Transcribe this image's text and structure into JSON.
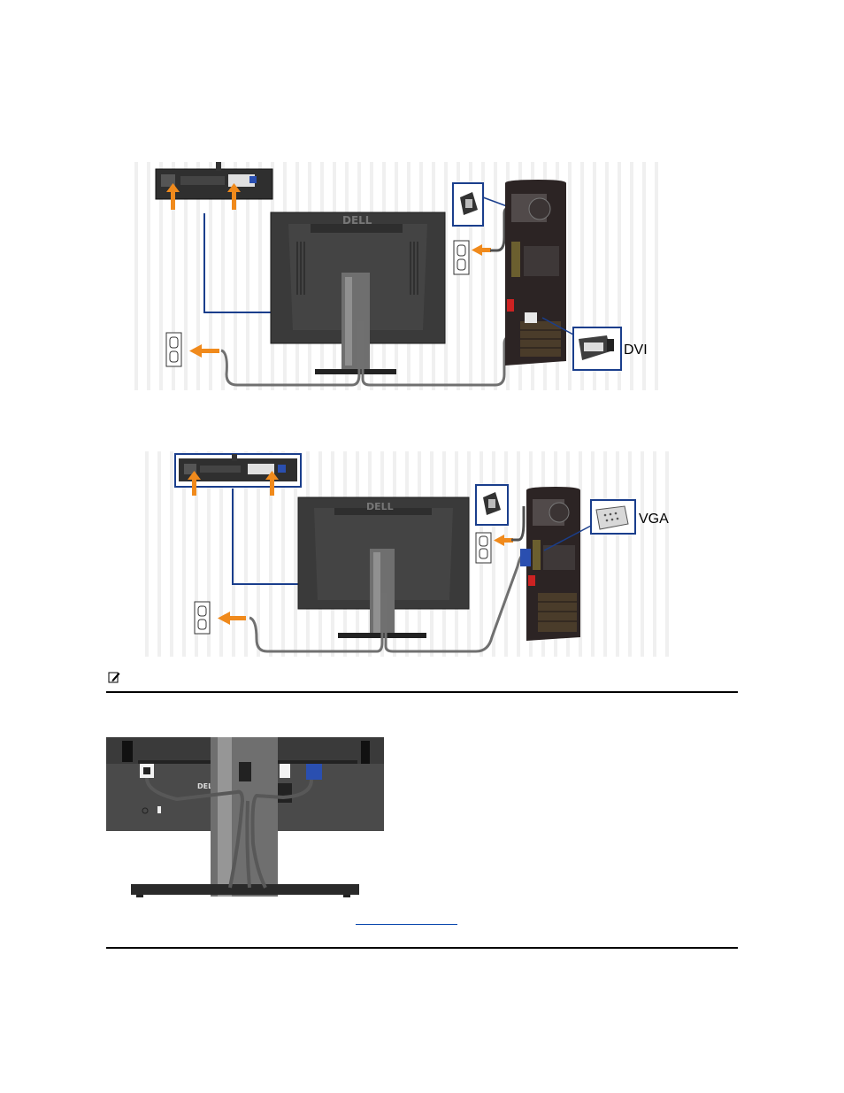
{
  "figure_dvi": {
    "connector_label": "DVI",
    "logo": "DELL"
  },
  "figure_vga": {
    "connector_label": "VGA",
    "logo": "DELL"
  },
  "figure_cable": {
    "logo": "DELL"
  },
  "link": {
    "text": ""
  },
  "colors": {
    "arrow": "#f08a1c",
    "callout": "#1a3e8c",
    "cable": "#707070",
    "monitor": "#3a3a3a",
    "pc": "#2c2424"
  }
}
